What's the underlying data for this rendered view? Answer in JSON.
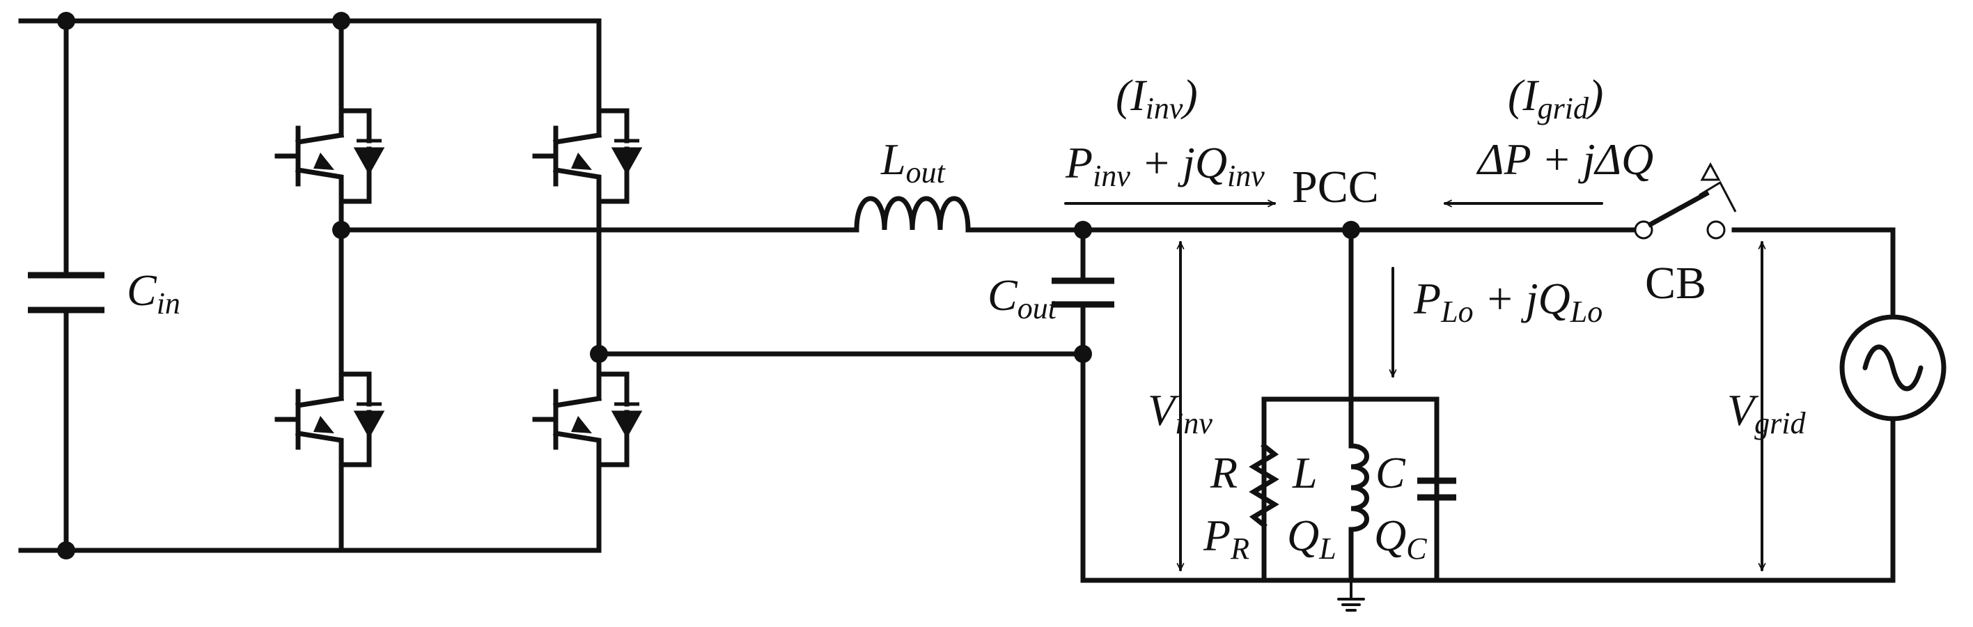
{
  "labels": {
    "c_in_main": "C",
    "c_in_sub": "in",
    "l_out_main": "L",
    "l_out_sub": "out",
    "c_out_main": "C",
    "c_out_sub": "out",
    "i_inv_open": "(",
    "i_inv_main": "I",
    "i_inv_sub": "inv",
    "i_inv_close": ")",
    "p_inv_main": "P",
    "p_inv_sub": "inv",
    "p_inv_mid": " + jQ",
    "p_inv_sub2": "inv",
    "pcc": "PCC",
    "i_grid_open": "(",
    "i_grid_main": "I",
    "i_grid_sub": "grid",
    "i_grid_close": ")",
    "delta_text": "ΔP + jΔQ",
    "p_lo_main": "P",
    "p_lo_sub": "Lo",
    "p_lo_mid": " + jQ",
    "p_lo_sub2": "Lo",
    "cb": "CB",
    "v_inv_main": "V",
    "v_inv_sub": "inv",
    "v_grid_main": "V",
    "v_grid_sub": "grid",
    "r": "R",
    "l": "L",
    "c": "C",
    "p_r_main": "P",
    "p_r_sub": "R",
    "q_l_main": "Q",
    "q_l_sub": "L",
    "q_c_main": "Q",
    "q_c_sub": "C"
  },
  "icons": [
    "igbt-icon",
    "capacitor-icon",
    "inductor-icon",
    "resistor-icon",
    "ac-source-icon",
    "circuit-breaker-icon",
    "ground-icon"
  ]
}
